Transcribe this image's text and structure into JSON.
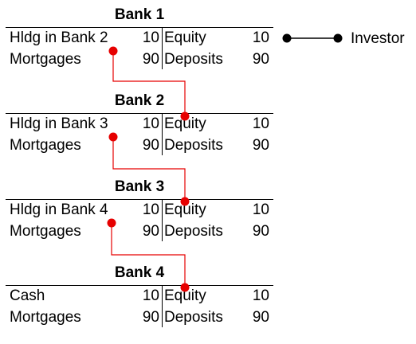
{
  "banks": [
    {
      "title": "Bank 1",
      "assets": [
        {
          "label": "Hldg in Bank 2",
          "value": "10"
        },
        {
          "label": "Mortgages",
          "value": "90"
        }
      ],
      "liabilities": [
        {
          "label": "Equity",
          "value": "10"
        },
        {
          "label": "Deposits",
          "value": "90"
        }
      ]
    },
    {
      "title": "Bank 2",
      "assets": [
        {
          "label": "Hldg in Bank 3",
          "value": "10"
        },
        {
          "label": "Mortgages",
          "value": "90"
        }
      ],
      "liabilities": [
        {
          "label": "Equity",
          "value": "10"
        },
        {
          "label": "Deposits",
          "value": "90"
        }
      ]
    },
    {
      "title": "Bank 3",
      "assets": [
        {
          "label": "Hldg in Bank 4",
          "value": "10"
        },
        {
          "label": "Mortgages",
          "value": "90"
        }
      ],
      "liabilities": [
        {
          "label": "Equity",
          "value": "10"
        },
        {
          "label": "Deposits",
          "value": "90"
        }
      ]
    },
    {
      "title": "Bank 4",
      "assets": [
        {
          "label": "Cash",
          "value": "10"
        },
        {
          "label": "Mortgages",
          "value": "90"
        }
      ],
      "liabilities": [
        {
          "label": "Equity",
          "value": "10"
        },
        {
          "label": "Deposits",
          "value": "90"
        }
      ]
    }
  ],
  "investor": {
    "label": "Investor"
  },
  "colors": {
    "link": "#e60000",
    "investor_link": "#000000",
    "text": "#000000"
  }
}
